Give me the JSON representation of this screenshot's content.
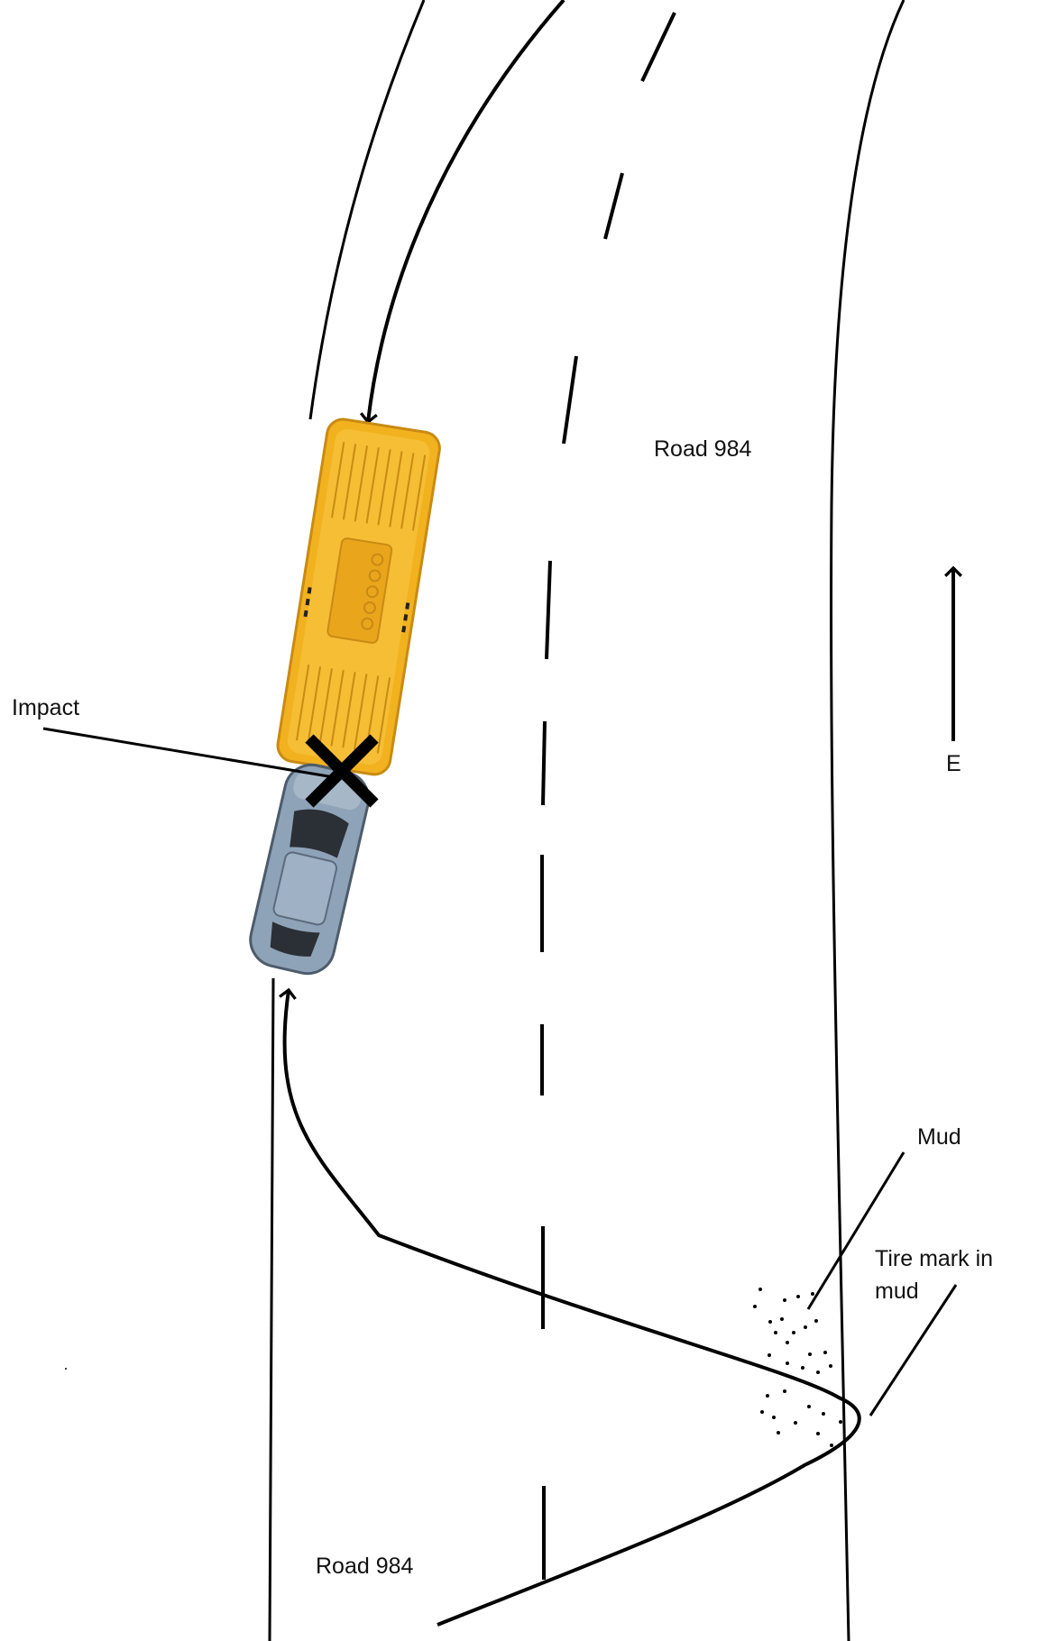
{
  "labels": {
    "impact": "Impact",
    "road_top": "Road 984",
    "road_bottom": "Road 984",
    "direction": "E",
    "mud": "Mud",
    "tire_mark": "Tire mark in mud"
  },
  "colors": {
    "line": "#000000",
    "bus_body": "#F2B21F",
    "bus_shade": "#D9961A",
    "car_body": "#8FA3B8",
    "car_dark": "#2B2F36",
    "impact_marker": "#000000"
  }
}
